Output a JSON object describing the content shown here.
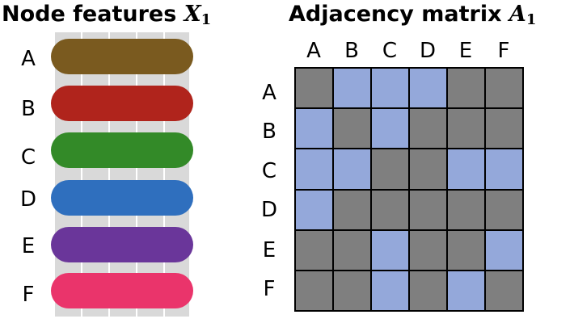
{
  "left_panel": {
    "title_text": "Node features ",
    "title_var": "X",
    "title_sub": "1",
    "rows": [
      {
        "label": "A",
        "color": "#7a5a1f"
      },
      {
        "label": "B",
        "color": "#b0241c"
      },
      {
        "label": "C",
        "color": "#338a28"
      },
      {
        "label": "D",
        "color": "#2f6fbe"
      },
      {
        "label": "E",
        "color": "#6a369a"
      },
      {
        "label": "F",
        "color": "#ea346b"
      }
    ]
  },
  "right_panel": {
    "title_text": "Adjacency matrix ",
    "title_var": "A",
    "title_sub": "1",
    "col_labels": [
      "A",
      "B",
      "C",
      "D",
      "E",
      "F"
    ],
    "row_labels": [
      "A",
      "B",
      "C",
      "D",
      "E",
      "F"
    ],
    "colors": {
      "edge": "#94a8da",
      "no_edge": "#7f7f7f"
    },
    "matrix": [
      [
        0,
        1,
        1,
        1,
        0,
        0
      ],
      [
        1,
        0,
        1,
        0,
        0,
        0
      ],
      [
        1,
        1,
        0,
        0,
        1,
        1
      ],
      [
        1,
        0,
        0,
        0,
        0,
        0
      ],
      [
        0,
        0,
        1,
        0,
        0,
        1
      ],
      [
        0,
        0,
        1,
        0,
        1,
        0
      ]
    ]
  }
}
